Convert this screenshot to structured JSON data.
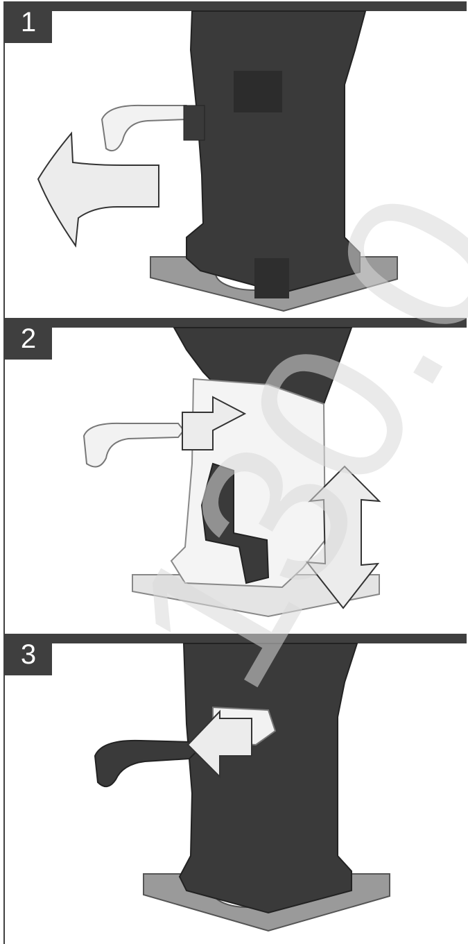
{
  "document": {
    "panels": [
      {
        "step_label": "1",
        "icon": "router-release-lever-icon"
      },
      {
        "step_label": "2",
        "icon": "router-adjust-height-icon"
      },
      {
        "step_label": "3",
        "icon": "router-lock-lever-icon"
      }
    ],
    "watermark_text": "130.0",
    "colors": {
      "badge": "#3f3f3f",
      "tool_dark": "#3a3a3a",
      "tool_light": "#f2f2f2",
      "base_plate": "#9a9a9a",
      "arrow_fill": "#ececec",
      "watermark": "#d8d8d8"
    }
  }
}
